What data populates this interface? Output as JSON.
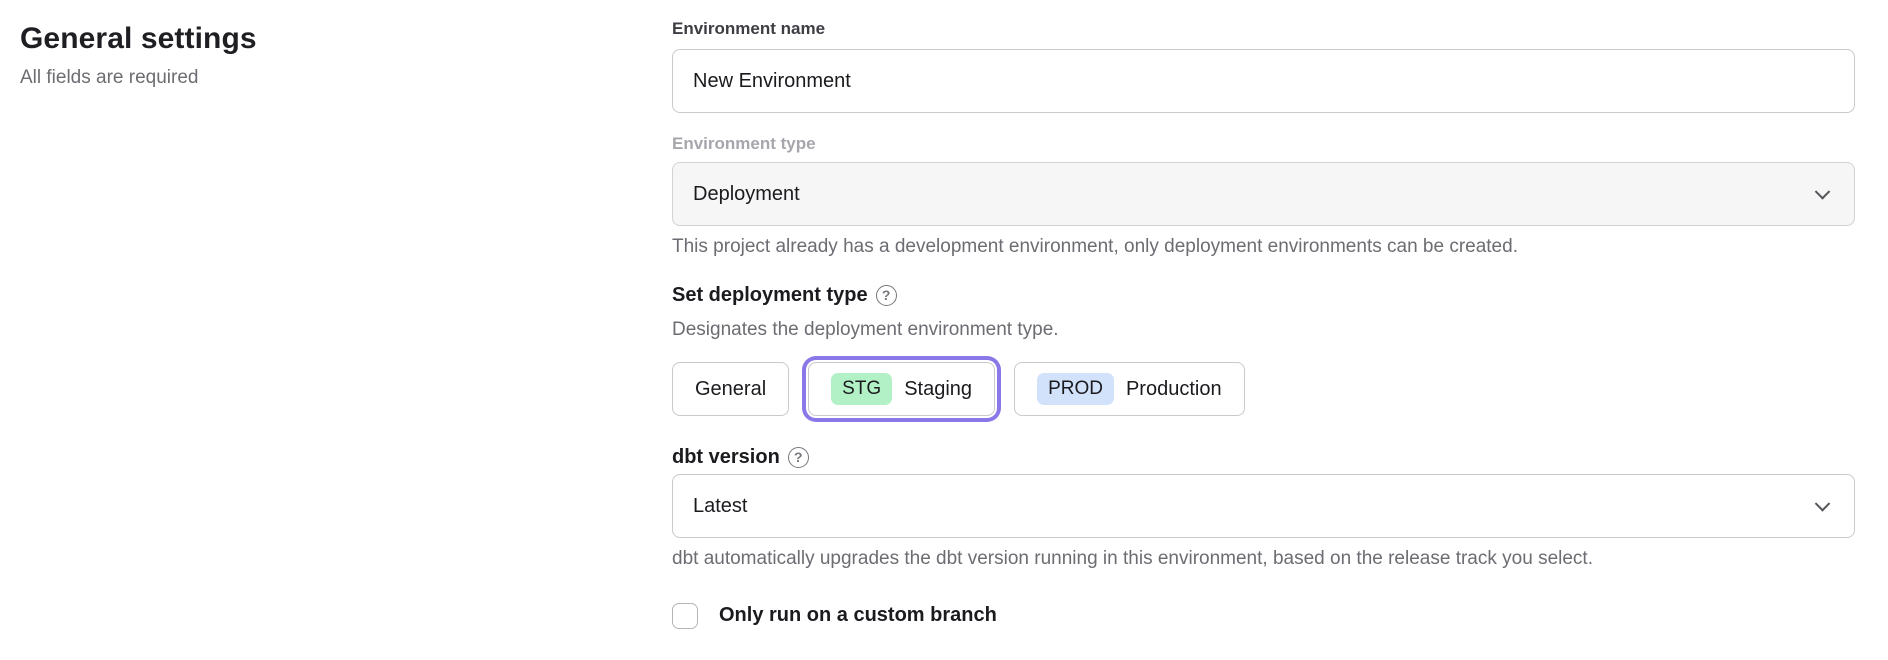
{
  "header": {
    "title": "General settings",
    "subtitle": "All fields are required"
  },
  "form": {
    "environment_name": {
      "label": "Environment name",
      "value": "New Environment"
    },
    "environment_type": {
      "label": "Environment type",
      "value": "Deployment",
      "state": "disabled",
      "helper": "This project already has a development environment, only deployment environments can be created."
    },
    "deployment_type": {
      "label": "Set deployment type",
      "helper": "Designates the deployment environment type.",
      "options": [
        {
          "label": "General",
          "badge": "",
          "selected": false
        },
        {
          "label": "Staging",
          "badge": "STG",
          "selected": true
        },
        {
          "label": "Production",
          "badge": "PROD",
          "selected": false
        }
      ]
    },
    "dbt_version": {
      "label": "dbt version",
      "value": "Latest",
      "helper": "dbt automatically upgrades the dbt version running in this environment, based on the release track you select."
    },
    "custom_branch": {
      "label": "Only run on a custom branch",
      "checked": false
    }
  },
  "icons": {
    "help": "?",
    "chevron_down": "chevron-down"
  },
  "colors": {
    "selected_ring": "#8a77e8",
    "staging_badge": "#b2f1c6",
    "production_badge": "#d2e2fb",
    "disabled_field_bg": "#f6f6f7",
    "border": "#c9c9ce",
    "helper_text": "#6c6c72"
  }
}
